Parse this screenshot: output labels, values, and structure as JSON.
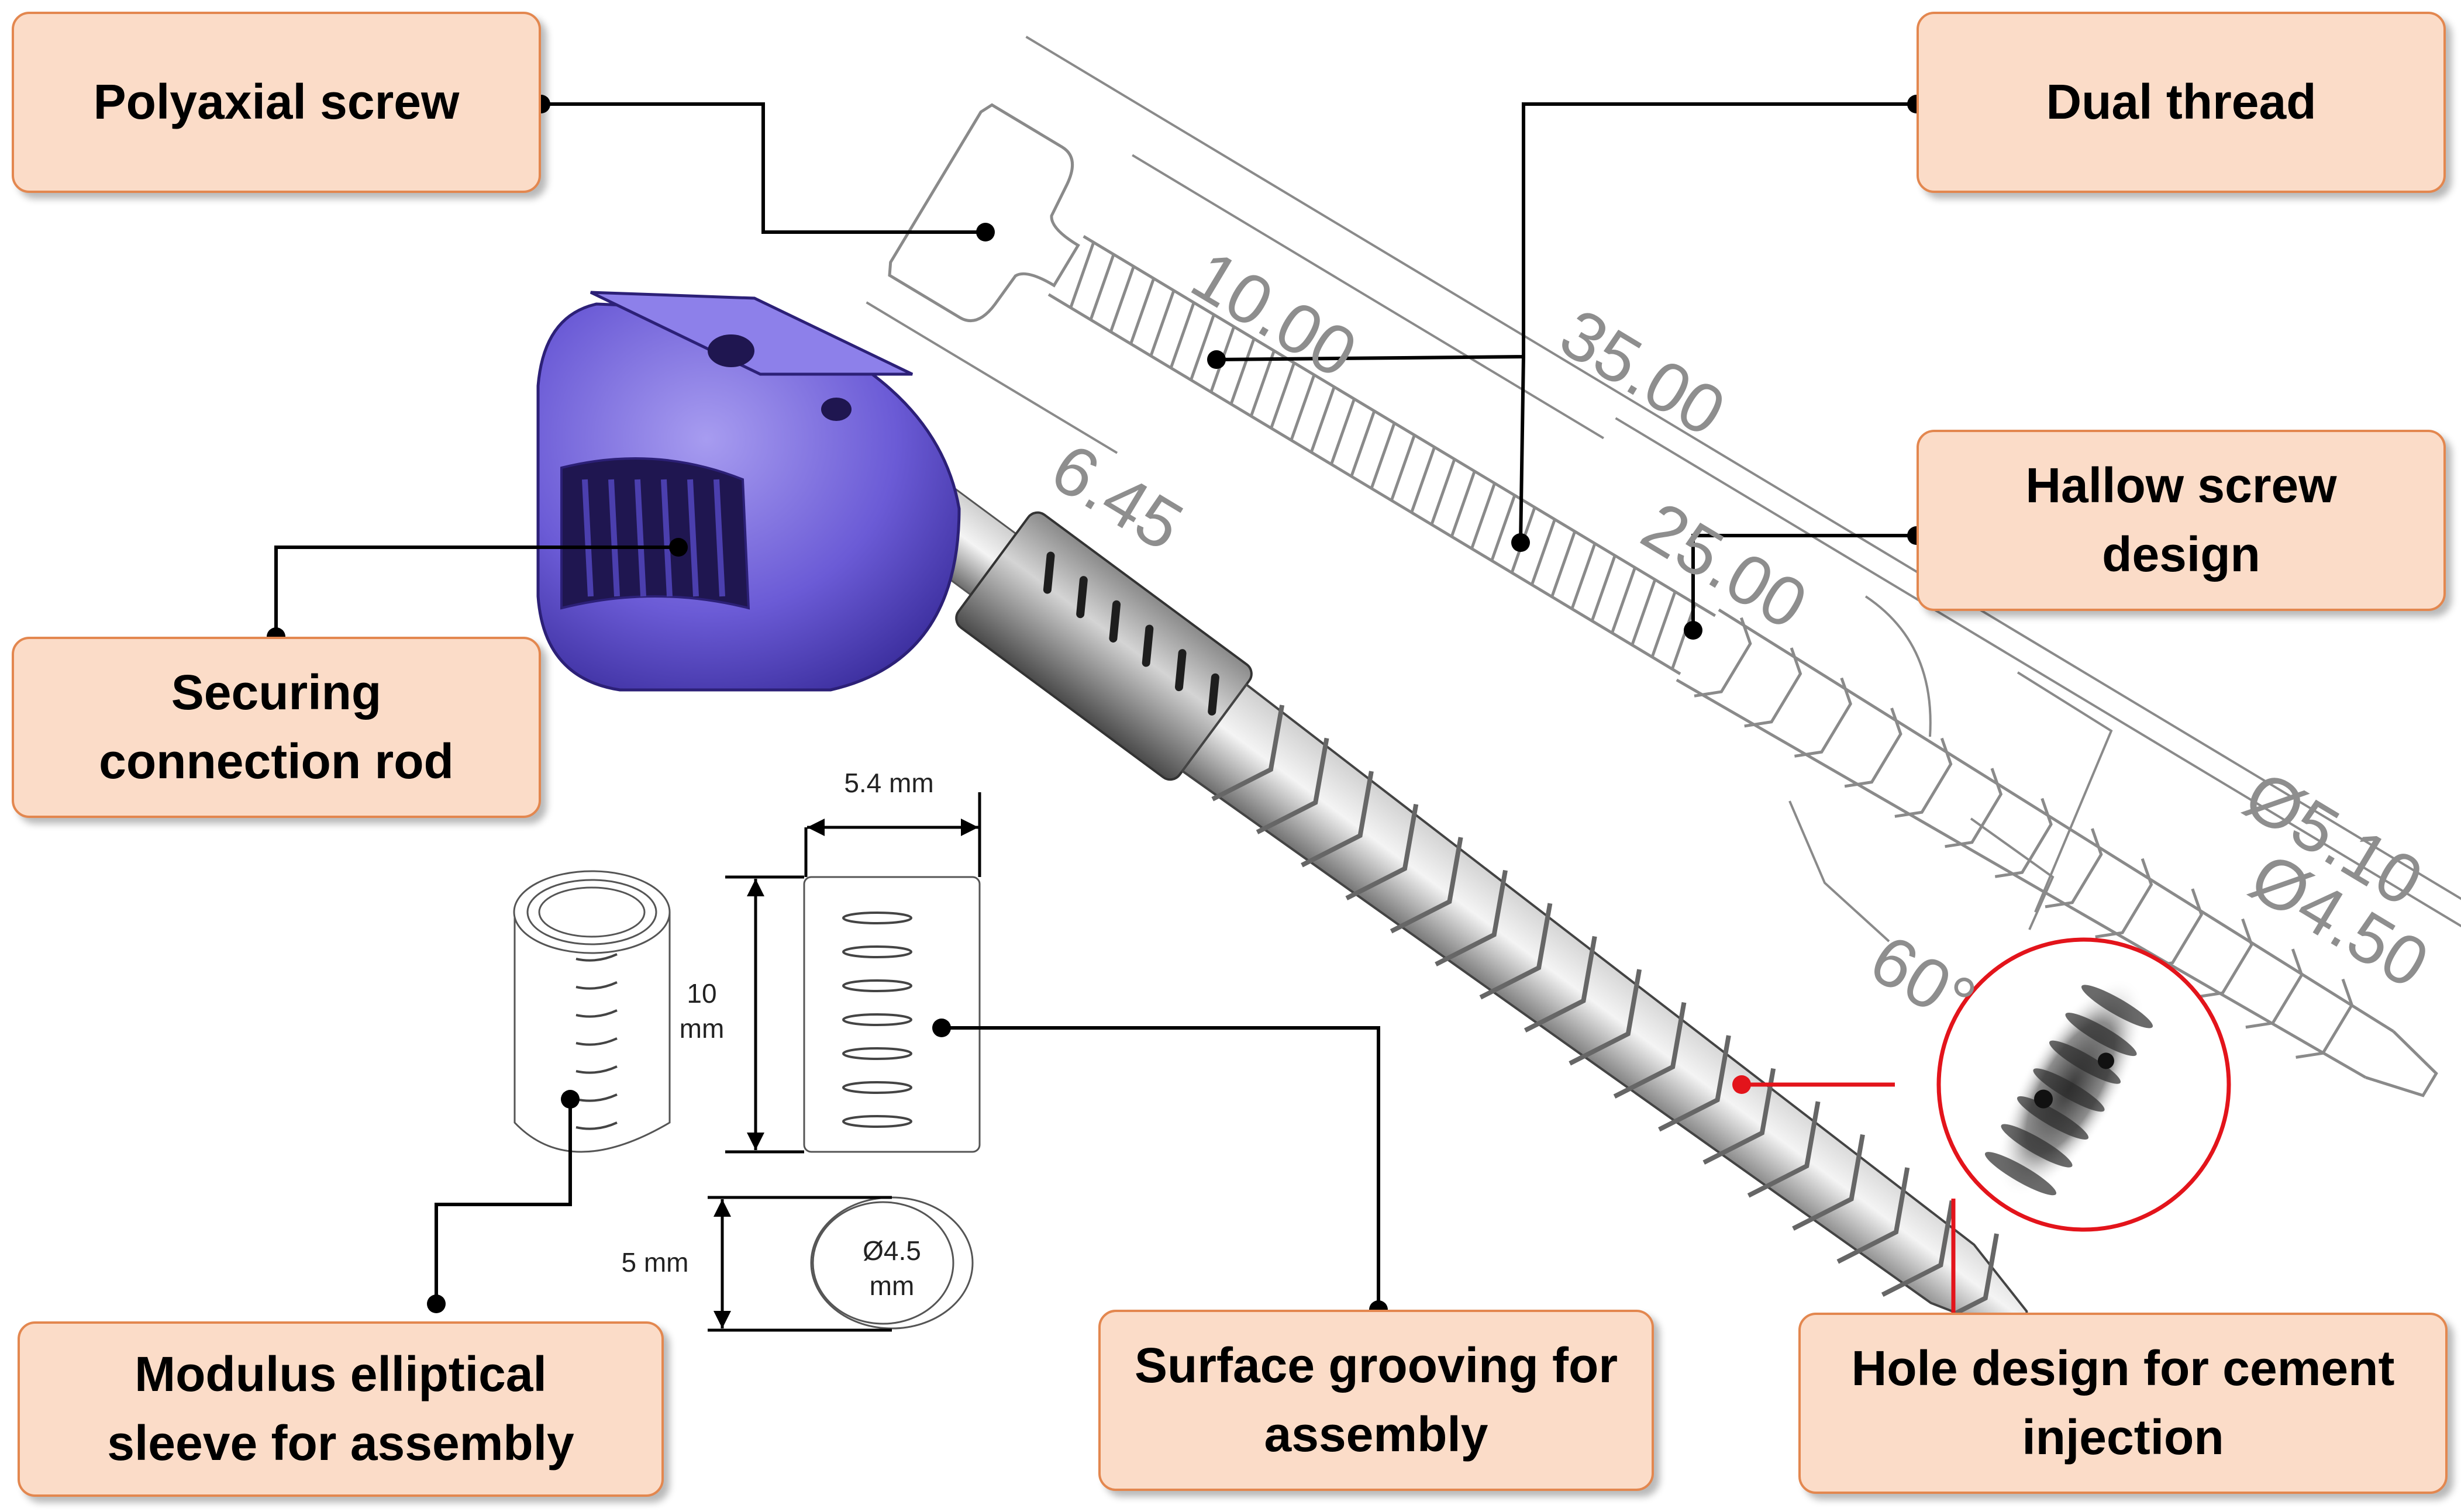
{
  "callouts": {
    "polyaxial": {
      "line1": "Polyaxial screw"
    },
    "dual_thread": {
      "line1": "Dual thread"
    },
    "hallow": {
      "line1": "Hallow screw",
      "line2": "design"
    },
    "securing": {
      "line1": "Securing",
      "line2": "connection rod"
    },
    "sleeve": {
      "line1": "Modulus elliptical",
      "line2": "sleeve for assembly"
    },
    "grooving": {
      "line1": "Surface grooving for",
      "line2": "assembly"
    },
    "hole": {
      "line1": "Hole design for cement",
      "line2": "injection"
    }
  },
  "sleeve_dims": {
    "width": "5.4 mm",
    "height_num": "10",
    "height_unit": "mm",
    "depth": "5 mm",
    "diameter_num": "Ø4.5",
    "diameter_unit": "mm"
  },
  "cad_dims": {
    "d1": "10.00",
    "d2": "35.00",
    "d3": "25.00",
    "d4": "6.45",
    "d5": "Ø5.10",
    "d6": "Ø4.50",
    "d7": "60°"
  },
  "colors": {
    "callout_fill": "#fbdcc8",
    "callout_border": "#e3874f",
    "head_purple": "#6b5bd6",
    "leader_line": "#000000",
    "highlight_red": "#e3141b"
  }
}
